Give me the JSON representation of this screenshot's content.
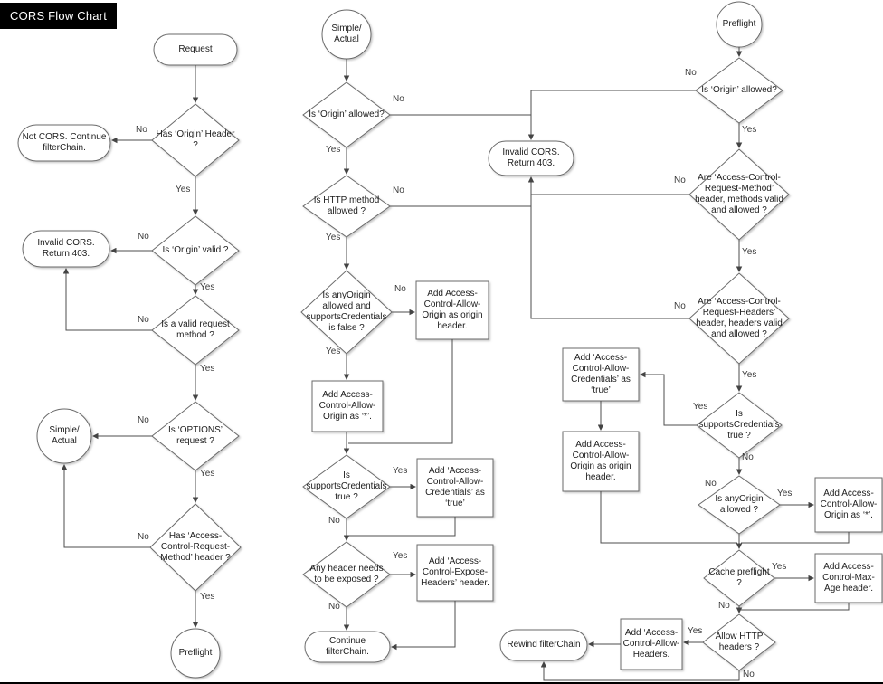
{
  "title": "CORS Flow Chart",
  "labels": {
    "yes": "Yes",
    "no": "No"
  },
  "colors": {
    "title_bg": "#000000",
    "title_fg": "#ffffff",
    "shape_fill": "#ffffff",
    "shape_stroke": "#6b6b6b",
    "connector": "#4d4d4d"
  },
  "nodes": {
    "request": "Request",
    "has_origin_header": "Has ‘Origin’ Header ?",
    "not_cors": "Not CORS. Continue filterChain.",
    "is_origin_valid": "Is ‘Origin’ valid ?",
    "invalid_cors_left": "Invalid CORS.\nReturn 403.",
    "is_valid_method": "Is a valid request method ?",
    "is_options_request": "Is ‘OPTIONS’ request ?",
    "simple_actual_left": "Simple/\nActual",
    "has_acrm_header": "Has ‘Access-Control-Request-Method’ header ?",
    "preflight_left": "Preflight",
    "simple_actual_top": "Simple/\nActual",
    "is_origin_allowed_simple": "Is ‘Origin’ allowed?",
    "invalid_cors_mid": "Invalid CORS.\nReturn 403.",
    "is_http_method_allowed": "Is HTTP method allowed ?",
    "is_anyorigin_credentials": "Is anyOrigin allowed and supportsCredentials is false ?",
    "add_origin_header_simple": "Add Access-Control-Allow-Origin as origin header.",
    "add_origin_star_simple": "Add Access-Control-Allow-Origin as ‘*’.",
    "is_supports_cred_simple": "Is supportsCredentials true ?",
    "add_credentials_simple": "Add ‘Access-Control-Allow-Credentials’ as ‘true’",
    "any_header_exposed": "Any header needs to be exposed ?",
    "add_expose_headers": "Add ‘Access-Control-Expose-Headers’ header.",
    "continue_filterchain": "Continue filterChain.",
    "preflight_top": "Preflight",
    "is_origin_allowed_preflight": "Is ‘Origin’ allowed?",
    "are_acrm_valid": "Are ‘Access-Control-Request-Method’ header, methods  valid and allowed ?",
    "are_acrh_valid": "Are ‘Access-Control-Request-Headers’ header, headers valid and allowed ?",
    "is_supports_cred_preflight": "Is supportsCredentials true ?",
    "add_credentials_preflight": "Add ‘Access-Control-Allow-Credentials’ as ‘true’",
    "add_origin_header_preflight": "Add Access-Control-Allow-Origin as origin header.",
    "is_anyorigin_allowed": "Is anyOrigin allowed ?",
    "add_origin_star_preflight": "Add Access-Control-Allow-Origin as ‘*’.",
    "cache_preflight": "Cache preflight ?",
    "add_max_age": "Add Access-Control-Max-Age header.",
    "allow_http_headers": "Allow HTTP headers ?",
    "add_allow_headers": "Add ‘Access-Control-Allow-Headers.",
    "rewind_filterchain": "Rewind filterChain"
  }
}
